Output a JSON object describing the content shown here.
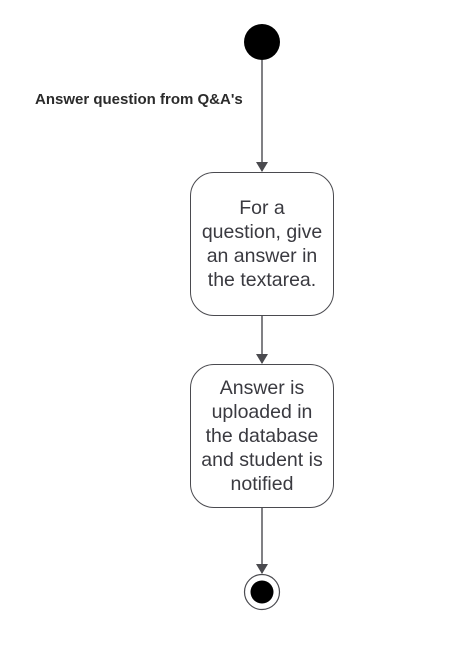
{
  "diagram": {
    "title": "Answer question from Q&A's",
    "activities": [
      {
        "lines": [
          "For a",
          "question, give",
          "an answer in",
          "the textarea."
        ]
      },
      {
        "lines": [
          "Answer is",
          "uploaded in",
          "the database",
          "and student is",
          "notified"
        ]
      }
    ],
    "colors": {
      "stroke": "#4a4a4f",
      "node_fill": "#000000",
      "text": "#3a3a40"
    }
  }
}
